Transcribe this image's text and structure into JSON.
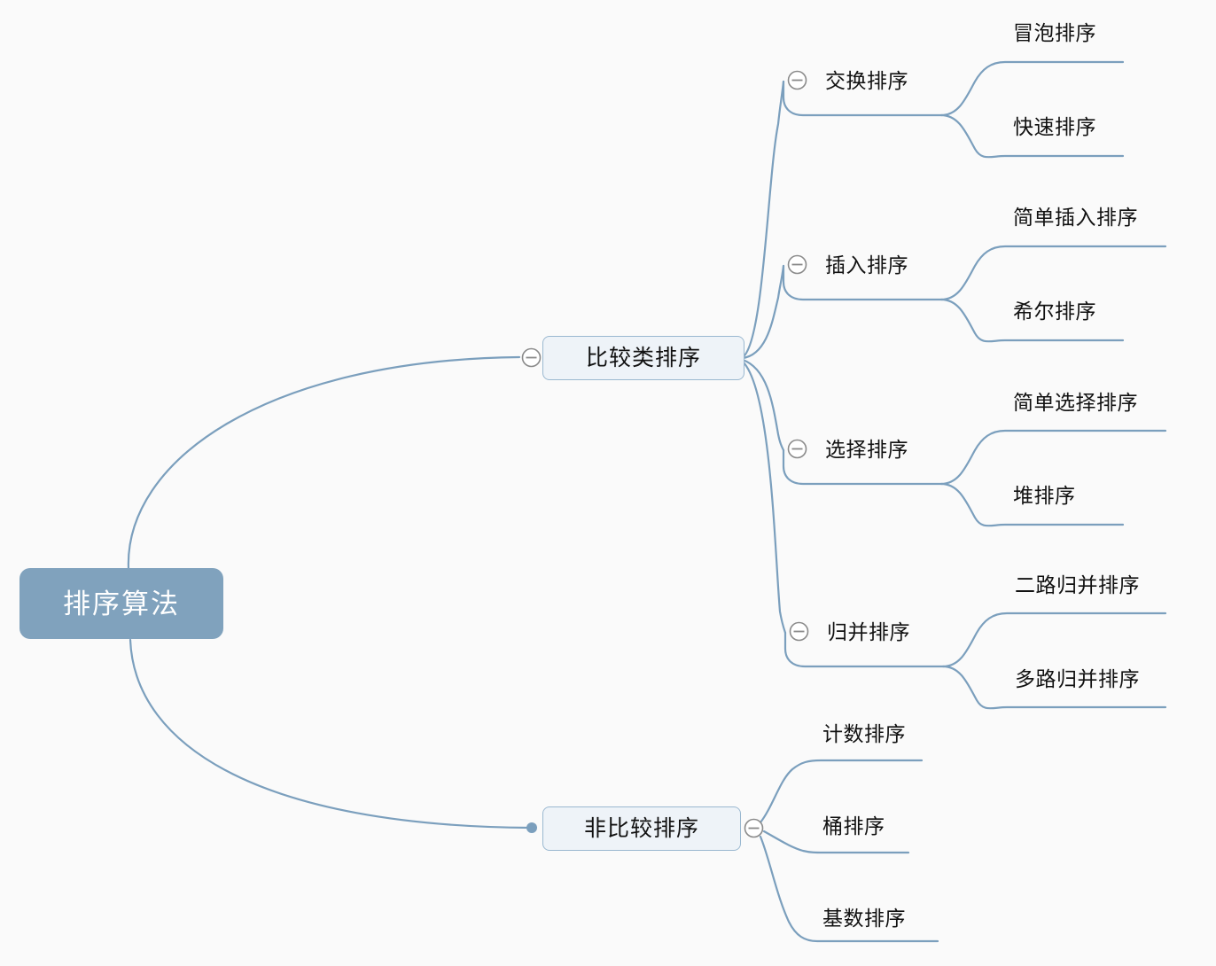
{
  "diagram": {
    "type": "mindmap",
    "title": "排序算法",
    "background_color": "#fafafa",
    "edge_color": "#7b9fbd",
    "root_fill": "#80a2bd",
    "root_text_color": "#ffffff",
    "box_fill": "#eef3f8",
    "box_border": "#9ab8d0",
    "toggle_color": "#8a8a8a",
    "text_color": "#111111"
  },
  "root": {
    "label": "排序算法"
  },
  "branches": [
    {
      "label": "比较类排序",
      "toggle": "collapse-minus-icon",
      "children": [
        {
          "label": "交换排序",
          "toggle": "collapse-minus-icon",
          "children": [
            {
              "label": "冒泡排序"
            },
            {
              "label": "快速排序"
            }
          ]
        },
        {
          "label": "插入排序",
          "toggle": "collapse-minus-icon",
          "children": [
            {
              "label": "简单插入排序"
            },
            {
              "label": "希尔排序"
            }
          ]
        },
        {
          "label": "选择排序",
          "toggle": "collapse-minus-icon",
          "children": [
            {
              "label": "简单选择排序"
            },
            {
              "label": "堆排序"
            }
          ]
        },
        {
          "label": "归并排序",
          "toggle": "collapse-minus-icon",
          "children": [
            {
              "label": "二路归并排序"
            },
            {
              "label": "多路归并排序"
            }
          ]
        }
      ]
    },
    {
      "label": "非比较排序",
      "toggle": "collapse-minus-icon",
      "children": [
        {
          "label": "计数排序"
        },
        {
          "label": "桶排序"
        },
        {
          "label": "基数排序"
        }
      ]
    }
  ],
  "labels": {
    "root": "排序算法",
    "b0": "比较类排序",
    "b0c0": "交换排序",
    "b0c0g0": "冒泡排序",
    "b0c0g1": "快速排序",
    "b0c1": "插入排序",
    "b0c1g0": "简单插入排序",
    "b0c1g1": "希尔排序",
    "b0c2": "选择排序",
    "b0c2g0": "简单选择排序",
    "b0c2g1": "堆排序",
    "b0c3": "归并排序",
    "b0c3g0": "二路归并排序",
    "b0c3g1": "多路归并排序",
    "b1": "非比较排序",
    "b1c0": "计数排序",
    "b1c1": "桶排序",
    "b1c2": "基数排序"
  }
}
